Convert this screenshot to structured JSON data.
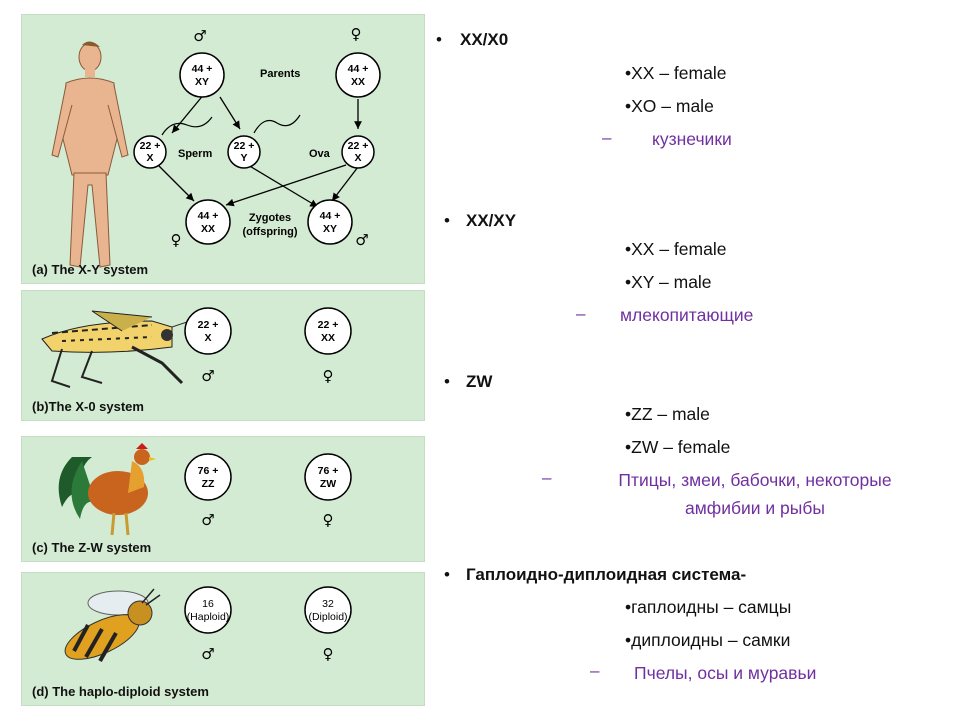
{
  "panels": {
    "a": {
      "caption": "(a) The X-Y system",
      "parents": "Parents",
      "sperm": "Sperm",
      "ova": "Ova",
      "zygotes_line1": "Zygotes",
      "zygotes_line2": "(offspring)",
      "male_parent": [
        "44 +",
        "XY"
      ],
      "female_parent": [
        "44 +",
        "XX"
      ],
      "sperm_x": [
        "22 +",
        "X"
      ],
      "sperm_y": [
        "22 +",
        "Y"
      ],
      "ovum_x": [
        "22 +",
        "X"
      ],
      "zygote_f": [
        "44 +",
        "XX"
      ],
      "zygote_m": [
        "44 +",
        "XY"
      ],
      "male_symbol": "♂",
      "female_symbol": "♀"
    },
    "b": {
      "caption": "(b)The X-0 system",
      "male_cell": [
        "22 +",
        "X"
      ],
      "female_cell": [
        "22 +",
        "XX"
      ],
      "male_symbol": "♂",
      "female_symbol": "♀"
    },
    "c": {
      "caption": "(c) The Z-W system",
      "male_cell": [
        "76 +",
        "ZZ"
      ],
      "female_cell": [
        "76 +",
        "ZW"
      ],
      "male_symbol": "♂",
      "female_symbol": "♀"
    },
    "d": {
      "caption": "(d) The haplo-diploid system",
      "male_cell": [
        "16",
        "(Haploid)"
      ],
      "female_cell": [
        "32",
        "(Diploid)"
      ],
      "male_symbol": "♂",
      "female_symbol": "♀"
    }
  },
  "sections": [
    {
      "title": "XX/X0",
      "items": [
        "•XX – female",
        "•XO – male"
      ],
      "dash": "–",
      "note": "кузнечики"
    },
    {
      "title": "XX/XY",
      "items": [
        "•XX – female",
        "•XY – male"
      ],
      "dash": "–",
      "note": "млекопитающие"
    },
    {
      "title": "ZW",
      "items": [
        "•ZZ – male",
        "•ZW – female"
      ],
      "dash": "–",
      "note_line1": "Птицы, змеи, бабочки, некоторые",
      "note_line2": "амфибии и рыбы"
    },
    {
      "title": "Гаплоидно-диплоидная система-",
      "items": [
        "•гаплоидны – самцы",
        "•диплоидны – самки"
      ],
      "dash": "–",
      "note": "Пчелы, осы и муравьи"
    }
  ],
  "bullet": "•",
  "colors": {
    "panel_bg": "#d3ebd3",
    "note": "#7030a0"
  }
}
